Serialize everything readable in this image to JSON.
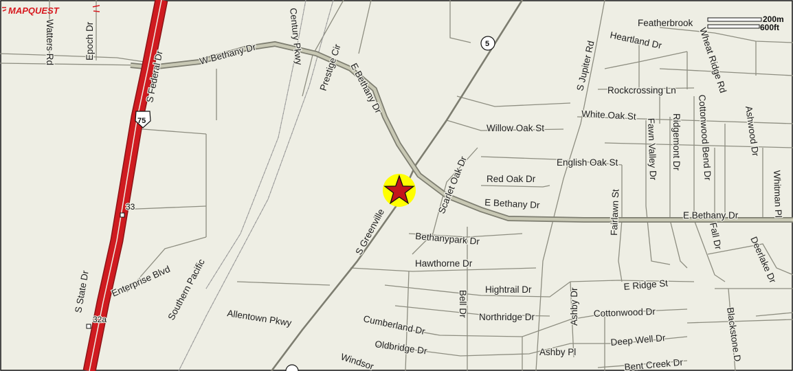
{
  "logo": {
    "text": "MAPQUEST"
  },
  "scale": {
    "metric": "200m",
    "imperial": "600ft"
  },
  "shields": {
    "us": "75",
    "state": "5"
  },
  "exits": {
    "north": "33",
    "south": "32a"
  },
  "streets": {
    "watters": "Watters Rd",
    "epoch": "Epoch Dr",
    "s_federal": "S Federal Dr",
    "w_bethany": "W Bethany Dr",
    "century": "Century Pkwy",
    "prestige": "Prestige Cir",
    "e_bethany_upper": "E Bethany Dr",
    "featherbrook": "Featherbrook",
    "heartland": "Heartland Dr",
    "wheat_ridge": "Wheat Ridge Rd",
    "s_jupiter": "S Jupiter Rd",
    "rockcrossing": "Rockcrossing Ln",
    "white_oak": "White Oak St",
    "cottonwood_bend": "Cottonwood Bend Dr",
    "ashwood": "Ashwood Dr",
    "ridgemont": "Ridgemont Dr",
    "fawn_valley": "Fawn Valley Dr",
    "willow_oak": "Willow Oak St",
    "english_oak": "English Oak St",
    "scarlet_oak": "Scarlet Oak Dr",
    "red_oak": "Red Oak Dr",
    "e_bethany_mid": "E Bethany Dr",
    "e_bethany_right": "E Bethany Dr",
    "fairlawn": "Fairlawn St",
    "whitman": "Whitman Pl",
    "fall": "Fall Dr",
    "deerlake": "Deerlake Dr",
    "s_greenville": "S Greenville",
    "bethanypark": "Bethanypark Dr",
    "hawthorne": "Hawthorne Dr",
    "enterprise": "Enterprise Blvd",
    "southern_pacific": "Southern Pacific",
    "s_state": "S State Dr",
    "hightrail": "Hightrail Dr",
    "e_ridge": "E Ridge St",
    "bell": "Bell Dr",
    "ashby_dr": "Ashby Dr",
    "northridge": "Northridge Dr",
    "cottonwood": "Cottonwood Dr",
    "blackstone": "Blackstone D",
    "allentown": "Allentown Pkwy",
    "cumberland": "Cumberland Dr",
    "deep_well": "Deep Well Dr",
    "oldbridge": "Oldbridge Dr",
    "ashby_pl": "Ashby Pl",
    "windsor": "Windsor",
    "bent_creek": "Bent Creek Dr"
  },
  "colors": {
    "land": "#eeeee4",
    "road_minor": "#8d8d80",
    "road_arterial_fill": "#c8c8b4",
    "highway": "#cf1b20",
    "marker_fill": "#c3161c",
    "marker_halo": "#ffff00"
  }
}
